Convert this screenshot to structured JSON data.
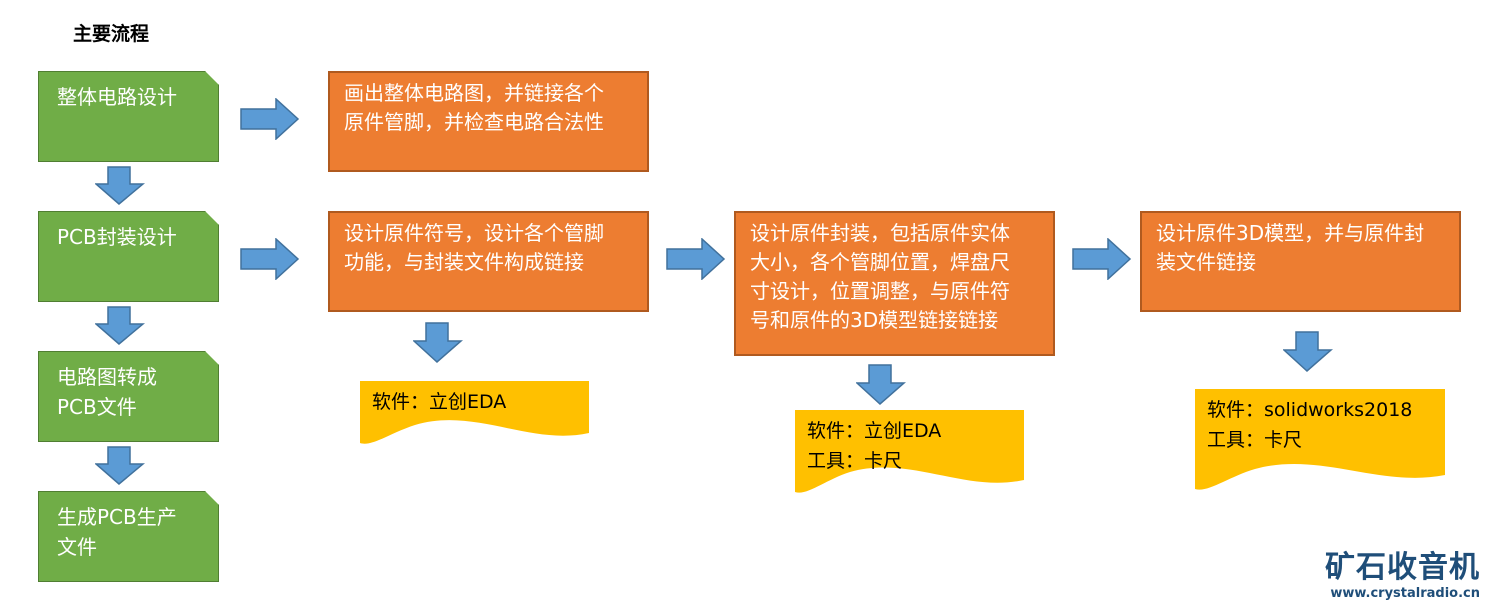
{
  "title": "主要流程",
  "steps": [
    {
      "label": "整体电路设计"
    },
    {
      "label": "PCB封装设计"
    },
    {
      "label": "电路图转成\nPCB文件"
    },
    {
      "label": "生成PCB生产\n文件"
    }
  ],
  "details": [
    {
      "text": "画出整体电路图，并链接各个\n原件管脚，并检查电路合法性"
    },
    {
      "text": "设计原件符号，设计各个管脚\n功能，与封装文件构成链接"
    },
    {
      "text": "设计原件封装，包括原件实体\n大小，各个管脚位置，焊盘尺\n寸设计，位置调整，与原件符\n号和原件的3D模型链接链接"
    },
    {
      "text": "设计原件3D模型，并与原件封\n装文件链接"
    }
  ],
  "notes": [
    {
      "text": "软件：立创EDA"
    },
    {
      "text": "软件：立创EDA\n工具：卡尺"
    },
    {
      "text": "软件：solidworks2018\n工具：卡尺"
    }
  ],
  "brand": {
    "name": "矿石收音机",
    "url": "www.crystalradio.cn"
  },
  "colors": {
    "step_green": "#70ad47",
    "detail_orange": "#ed7d31",
    "note_yellow": "#ffc000",
    "arrow_blue": "#5b9bd5",
    "brand_blue": "#1f4e79"
  }
}
